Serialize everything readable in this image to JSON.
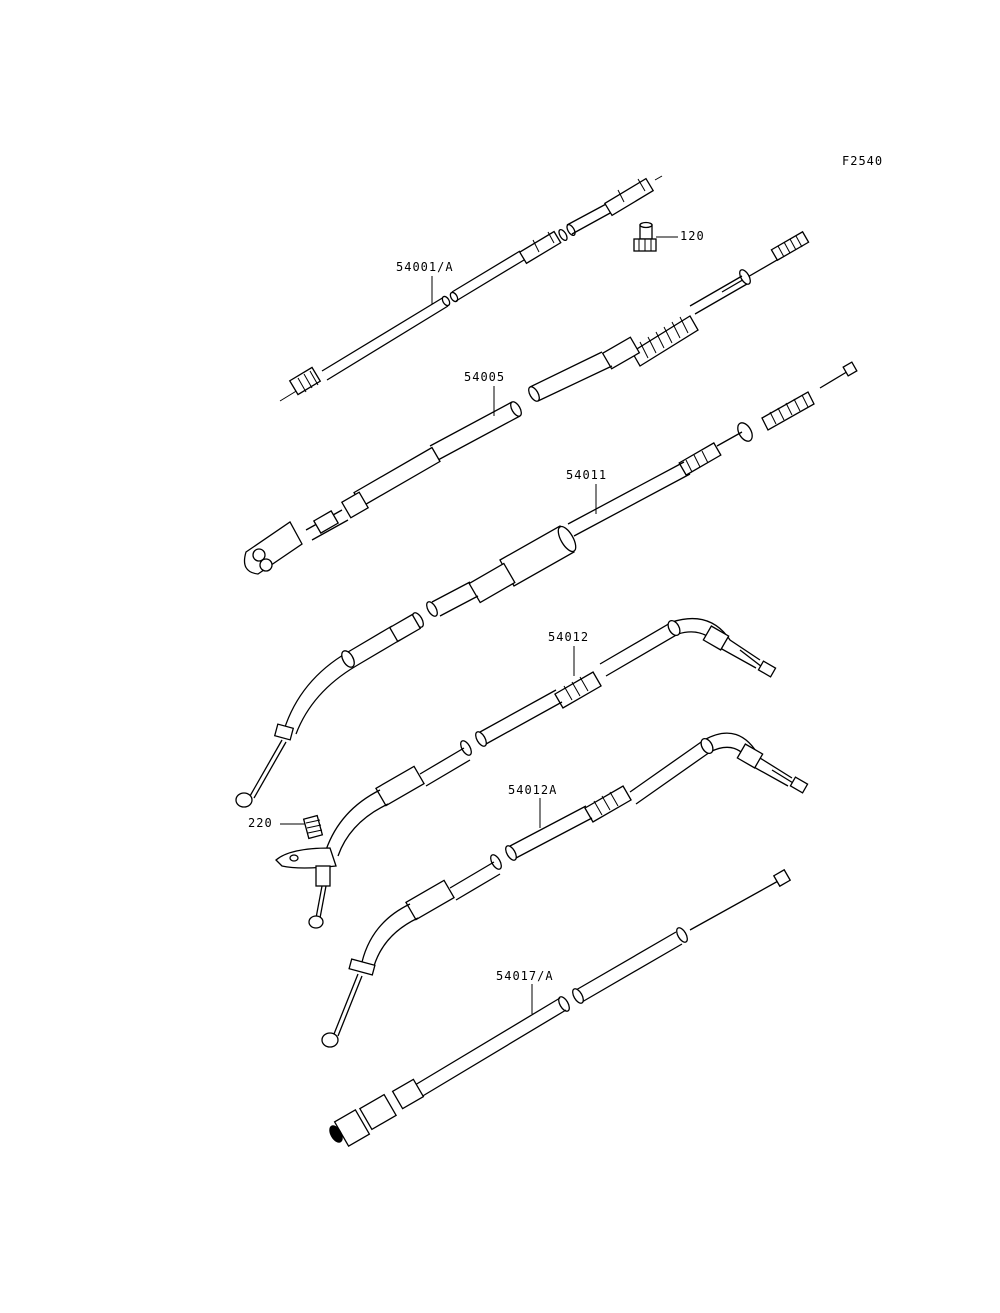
{
  "figure_id": "F2540",
  "parts": [
    {
      "id": "speedo",
      "label": "54001/A"
    },
    {
      "id": "clutch",
      "label": "54005"
    },
    {
      "id": "choke",
      "label": "54011"
    },
    {
      "id": "throttle_open",
      "label": "54012"
    },
    {
      "id": "throttle_close",
      "label": "54012A"
    },
    {
      "id": "tacho",
      "label": "54017/A"
    },
    {
      "id": "bolt",
      "label": "120"
    },
    {
      "id": "grommet",
      "label": "220"
    }
  ]
}
